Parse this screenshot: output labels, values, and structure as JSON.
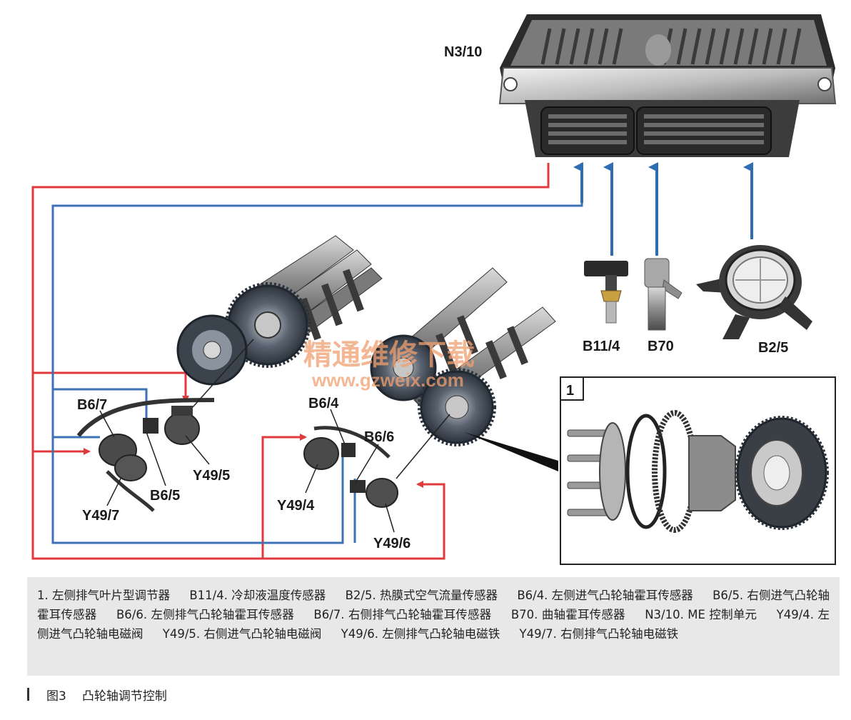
{
  "components": {
    "ecu": "N3/10",
    "coolant_sensor": "B11/4",
    "crank_sensor": "B70",
    "maf_sensor": "B2/5",
    "inset_number": "1",
    "sensor_b6_7": "B6/7",
    "sensor_b6_5": "B6/5",
    "sensor_b6_4": "B6/4",
    "sensor_b6_6": "B6/6",
    "valve_y49_5": "Y49/5",
    "valve_y49_7": "Y49/7",
    "valve_y49_4": "Y49/4",
    "valve_y49_6": "Y49/6"
  },
  "watermark": {
    "cn": "精通维修下载",
    "url": "www.gzweix.com"
  },
  "legend": [
    "1. 左侧排气叶片型调节器",
    "B11/4. 冷却液温度传感器",
    "B2/5. 热膜式空气流量传感器",
    "B6/4. 左侧进气凸轮轴霍耳传感器",
    "B6/5. 右侧进气凸轮轴霍耳传感器",
    "B6/6. 左侧排气凸轮轴霍耳传感器",
    "B6/7. 右侧排气凸轮轴霍耳传感器",
    "B70. 曲轴霍耳传感器",
    "N3/10. ME 控制单元",
    "Y49/4. 左侧进气凸轮轴电磁阀",
    "Y49/5. 右侧进气凸轮轴电磁阀",
    "Y49/6. 左侧排气凸轮轴电磁铁",
    "Y49/7. 右侧排气凸轮轴电磁铁"
  ],
  "caption": {
    "number": "图3",
    "title": "凸轮轴调节控制"
  },
  "colors": {
    "control_line": "#e03a3e",
    "signal_line": "#3d72b4",
    "arrow_blue": "#2f6db3",
    "legend_bg": "#e8e8e8"
  }
}
